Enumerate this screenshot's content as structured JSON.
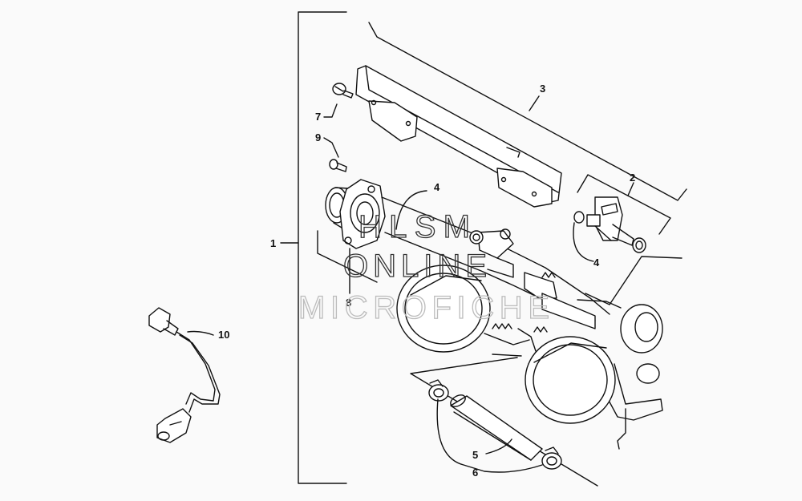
{
  "callouts": {
    "c1": "1",
    "c2": "2",
    "c3": "3",
    "c4a": "4",
    "c4b": "4",
    "c5": "5",
    "c6": "6",
    "c7": "7",
    "c8": "8",
    "c9": "9",
    "c10": "10"
  },
  "watermark": {
    "line1": "HLSM",
    "line2": "ONLINE",
    "line3": "MICROFICHE"
  },
  "colors": {
    "line": "#111111",
    "background": "#fafafa"
  }
}
